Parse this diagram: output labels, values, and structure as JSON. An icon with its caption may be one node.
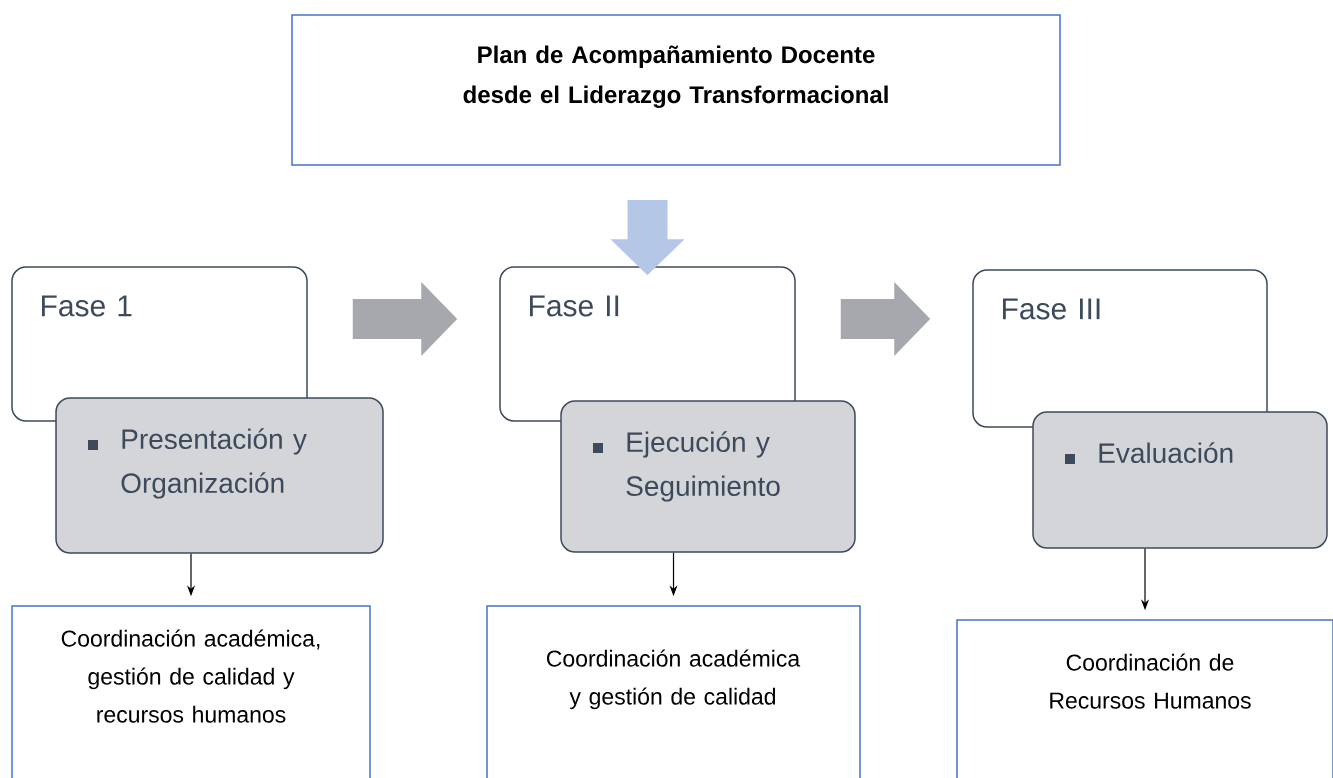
{
  "diagram": {
    "nodes": [
      {
        "text": [
          "Plan de Acompañamiento Docente desde el Liderazgo Transformacional"
        ]
      },
      {
        "text": [
          "Fase 1"
        ]
      },
      {
        "text": [
          "Presentación y Organización"
        ]
      },
      {
        "text": [
          "Fase II"
        ]
      },
      {
        "text": [
          "Ejecución y Seguimiento"
        ]
      },
      {
        "text": [
          "Fase III"
        ]
      },
      {
        "text": [
          "Evaluación"
        ]
      },
      {
        "text": [
          "Coordinación académica, gestión de calidad y recursos humanos"
        ]
      },
      {
        "text": [
          "Coordinación académica y gestión de calidad"
        ]
      },
      {
        "text": [
          "Coordinación de Recursos Humanos"
        ]
      }
    ],
    "edges": [
      {
        "from": 1,
        "to": 3,
        "arrow": "to",
        "style": "thick",
        "color": "#a6a8ad"
      },
      {
        "from": null,
        "to": 3,
        "arrow": "to",
        "style": "thick",
        "color": "#b4c7e7"
      },
      {
        "from": 3,
        "to": 5,
        "arrow": "to",
        "style": "thick",
        "color": "#a6a8ad"
      },
      {
        "from": 2,
        "to": 7,
        "arrow": "to"
      },
      {
        "from": 4,
        "to": 8,
        "arrow": "to"
      },
      {
        "from": 6,
        "to": 9,
        "arrow": "to"
      }
    ]
  }
}
